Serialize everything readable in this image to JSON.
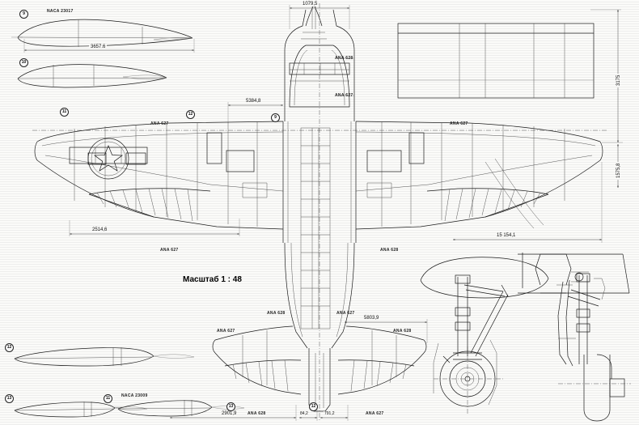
{
  "sheet": {
    "scale_note": "Масштаб 1 : 48",
    "drawing_title": "aircraft-three-view-technical-drawing"
  },
  "airfoils": {
    "top_left": {
      "ref": "9",
      "naca_label": "NACA 23017",
      "chord_dim": "3657.6"
    },
    "second": {
      "ref": "10"
    },
    "mid_left": {
      "ref": "12"
    },
    "lower_left": {
      "ref": "13"
    },
    "lower_right": {
      "ref": "11",
      "naca_label": "NACA 23009"
    }
  },
  "plan_view": {
    "bubbles": [
      "11",
      "12",
      "9",
      "12",
      "13",
      "12"
    ],
    "station_labels": [
      "ANA 627",
      "ANA 628",
      "ANA 627",
      "ANA 628",
      "ANA 627",
      "ANA 628",
      "ANA 627",
      "ANA 628",
      "ANA 627",
      "ANA 628",
      "ANA 628",
      "ANA 627"
    ]
  },
  "dimensions": {
    "nose_width": "1079,5",
    "inner_panel": "5384,8",
    "aileron_station": "2514,6",
    "wing_span": "15 154,1",
    "tail_span": "5803,9",
    "fuselage_length": "2901,9",
    "tail_small_a": "84,2",
    "tail_small_b": "791,2",
    "height_upper": "3175",
    "height_lower": "1575,8"
  },
  "details": {
    "gear_left": "main-landing-gear-side-view",
    "gear_right": "main-landing-gear-front-view",
    "panel_box": "wing-structure-detail-panel"
  },
  "colors": {
    "ink": "#1c1c1c",
    "paper": "#fbfbf9",
    "thin": "#555555"
  }
}
